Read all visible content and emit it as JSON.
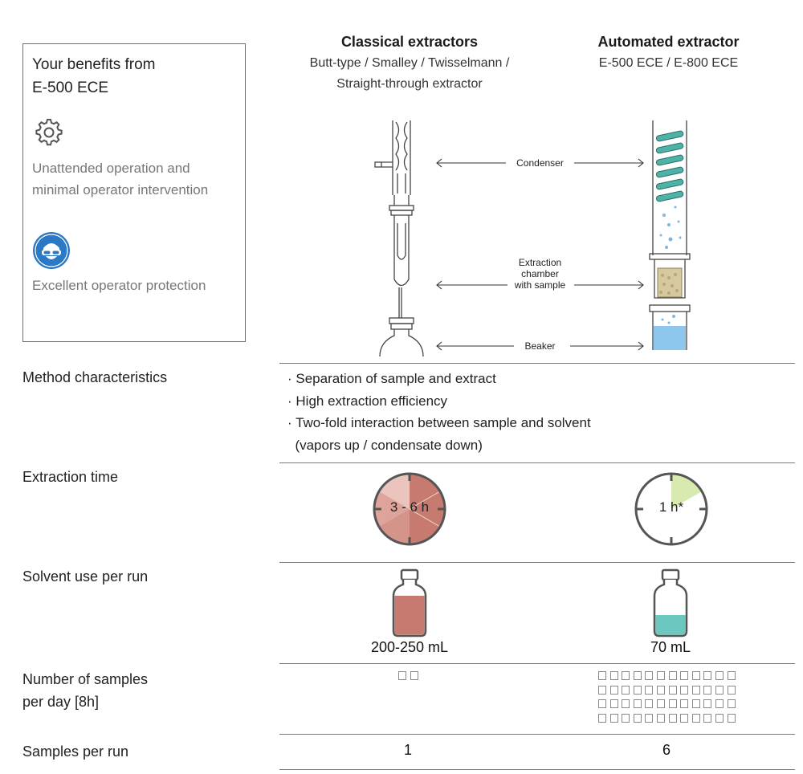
{
  "benefits": {
    "title_line1": "Your benefits from",
    "title_line2": "E-500 ECE",
    "items": [
      {
        "icon": "gear-icon",
        "line1": "Unattended operation and",
        "line2": "minimal operator intervention"
      },
      {
        "icon": "safety-goggles-icon",
        "line1": "Excellent operator protection"
      }
    ]
  },
  "columns": {
    "classical": {
      "title": "Classical extractors",
      "sub1": "Butt-type / Smalley / Twisselmann /",
      "sub2": "Straight-through extractor"
    },
    "automated": {
      "title": "Automated extractor",
      "sub1": "E-500 ECE / E-800 ECE"
    }
  },
  "diagram": {
    "condenser": "Condenser",
    "chamber_line1": "Extraction",
    "chamber_line2": "chamber",
    "chamber_line3": "with sample",
    "beaker": "Beaker"
  },
  "rows": {
    "method": {
      "label": "Method characteristics",
      "items": [
        "· Separation of sample and extract",
        "· High extraction efficiency",
        "· Two-fold interaction between sample and solvent",
        "  (vapors up / condensate down)"
      ]
    },
    "time": {
      "label": "Extraction time",
      "classical": "3 - 6 h",
      "automated": "1 h*"
    },
    "solvent": {
      "label": "Solvent use per run",
      "classical": "200-250 mL",
      "automated": "70 mL"
    },
    "samples_day": {
      "label_line1": "Number of samples",
      "label_line2": "per day [8h]",
      "classical_count": 2,
      "automated_count": 48
    },
    "samples_run": {
      "label": "Samples per run",
      "classical": "1",
      "automated": "6"
    }
  },
  "colors": {
    "classical_fill": "#c77a6f",
    "automated_fill": "#6cc7c0",
    "clock_accent": "#d9eab0",
    "icon_blue": "#2b78c4"
  }
}
